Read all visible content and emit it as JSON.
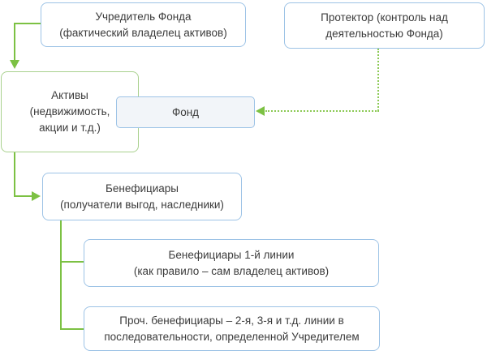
{
  "diagram": {
    "language": "ru",
    "nodes": {
      "founder": {
        "lines": [
          "Учредитель Фонда",
          "(фактический владелец активов)"
        ]
      },
      "protector": {
        "lines": [
          "Протектор (контроль над",
          "деятельностью Фонда)"
        ]
      },
      "assets": {
        "lines": [
          "Активы",
          "(недвижимость,",
          "акции и т.д.)"
        ]
      },
      "fund": {
        "lines": [
          "Фонд"
        ]
      },
      "beneficiaries": {
        "lines": [
          "Бенефициары",
          "(получатели выгод, наследники)"
        ]
      },
      "beneficiaries_line1": {
        "lines": [
          "Бенефициары 1-й линии",
          "(как правило – сам владелец активов)"
        ]
      },
      "beneficiaries_other": {
        "lines": [
          "Проч. бенефициары – 2-я, 3-я и т.д. линии в",
          "последовательности, определенной Учредителем"
        ]
      }
    },
    "connectors": [
      {
        "name": "founder-to-assets",
        "style": "solid",
        "arrow": "down"
      },
      {
        "name": "assets-to-beneficiaries",
        "style": "solid",
        "arrow": "right"
      },
      {
        "name": "beneficiaries-to-line1",
        "style": "solid",
        "arrow": "none"
      },
      {
        "name": "beneficiaries-to-others",
        "style": "solid",
        "arrow": "none"
      },
      {
        "name": "protector-to-fund",
        "style": "dotted",
        "arrow": "left"
      }
    ],
    "colors": {
      "node_border_blue": "#9dc3e6",
      "node_border_green": "#a9d18e",
      "connector_green": "#7cc143",
      "connector_dotted_green": "#8cc955",
      "fund_fill": "#f2f5f9",
      "text": "#3b3b3b",
      "background": "#ffffff"
    }
  }
}
